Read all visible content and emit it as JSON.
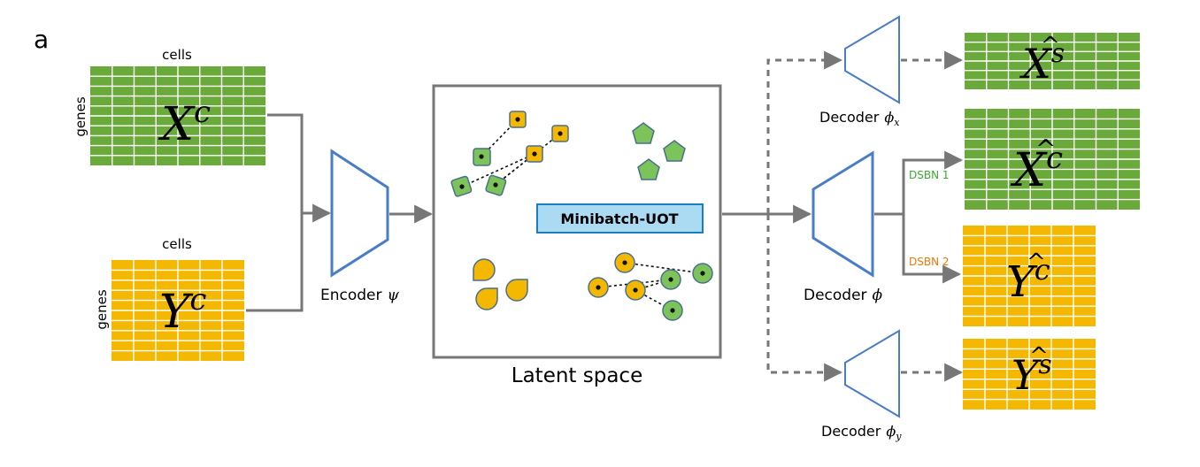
{
  "panel_label": "a",
  "inputs": {
    "x": {
      "top_label": "cells",
      "side_label": "genes",
      "symbol": "X",
      "superscript": "c"
    },
    "y": {
      "top_label": "cells",
      "side_label": "genes",
      "symbol": "Y",
      "superscript": "c"
    }
  },
  "encoder": {
    "label": "Encoder",
    "symbol": "ψ"
  },
  "latent": {
    "label": "Latent space",
    "method_badge": "Minibatch-UOT"
  },
  "decoders": {
    "main": {
      "label": "Decoder",
      "symbol": "ϕ"
    },
    "x": {
      "label": "Decoder",
      "symbol": "ϕ",
      "subscript": "x"
    },
    "y": {
      "label": "Decoder",
      "symbol": "ϕ",
      "subscript": "y"
    }
  },
  "branches": {
    "dsbn1": "DSBN 1",
    "dsbn2": "DSBN 2"
  },
  "outputs": {
    "xs": {
      "symbol": "X",
      "superscript": "s",
      "hat": "^"
    },
    "xc": {
      "symbol": "X",
      "superscript": "c",
      "hat": "^"
    },
    "yc": {
      "symbol": "Y",
      "superscript": "c",
      "hat": "^"
    },
    "ys": {
      "symbol": "Y",
      "superscript": "s",
      "hat": "^"
    }
  },
  "colors": {
    "green": "#6aaa3a",
    "yellow": "#f5b800",
    "grid_line": "#ffffff",
    "trapezoid_stroke": "#4a7cc7",
    "arrow": "#777777",
    "box_stroke": "#777777",
    "badge_fill": "#aadbf2",
    "badge_stroke": "#1a7fc1",
    "dsbn1": "#3aa935",
    "dsbn2": "#e8790b",
    "point_green": "#7cc35a",
    "point_yellow": "#f5b800",
    "point_stroke": "#4a6f8c"
  }
}
